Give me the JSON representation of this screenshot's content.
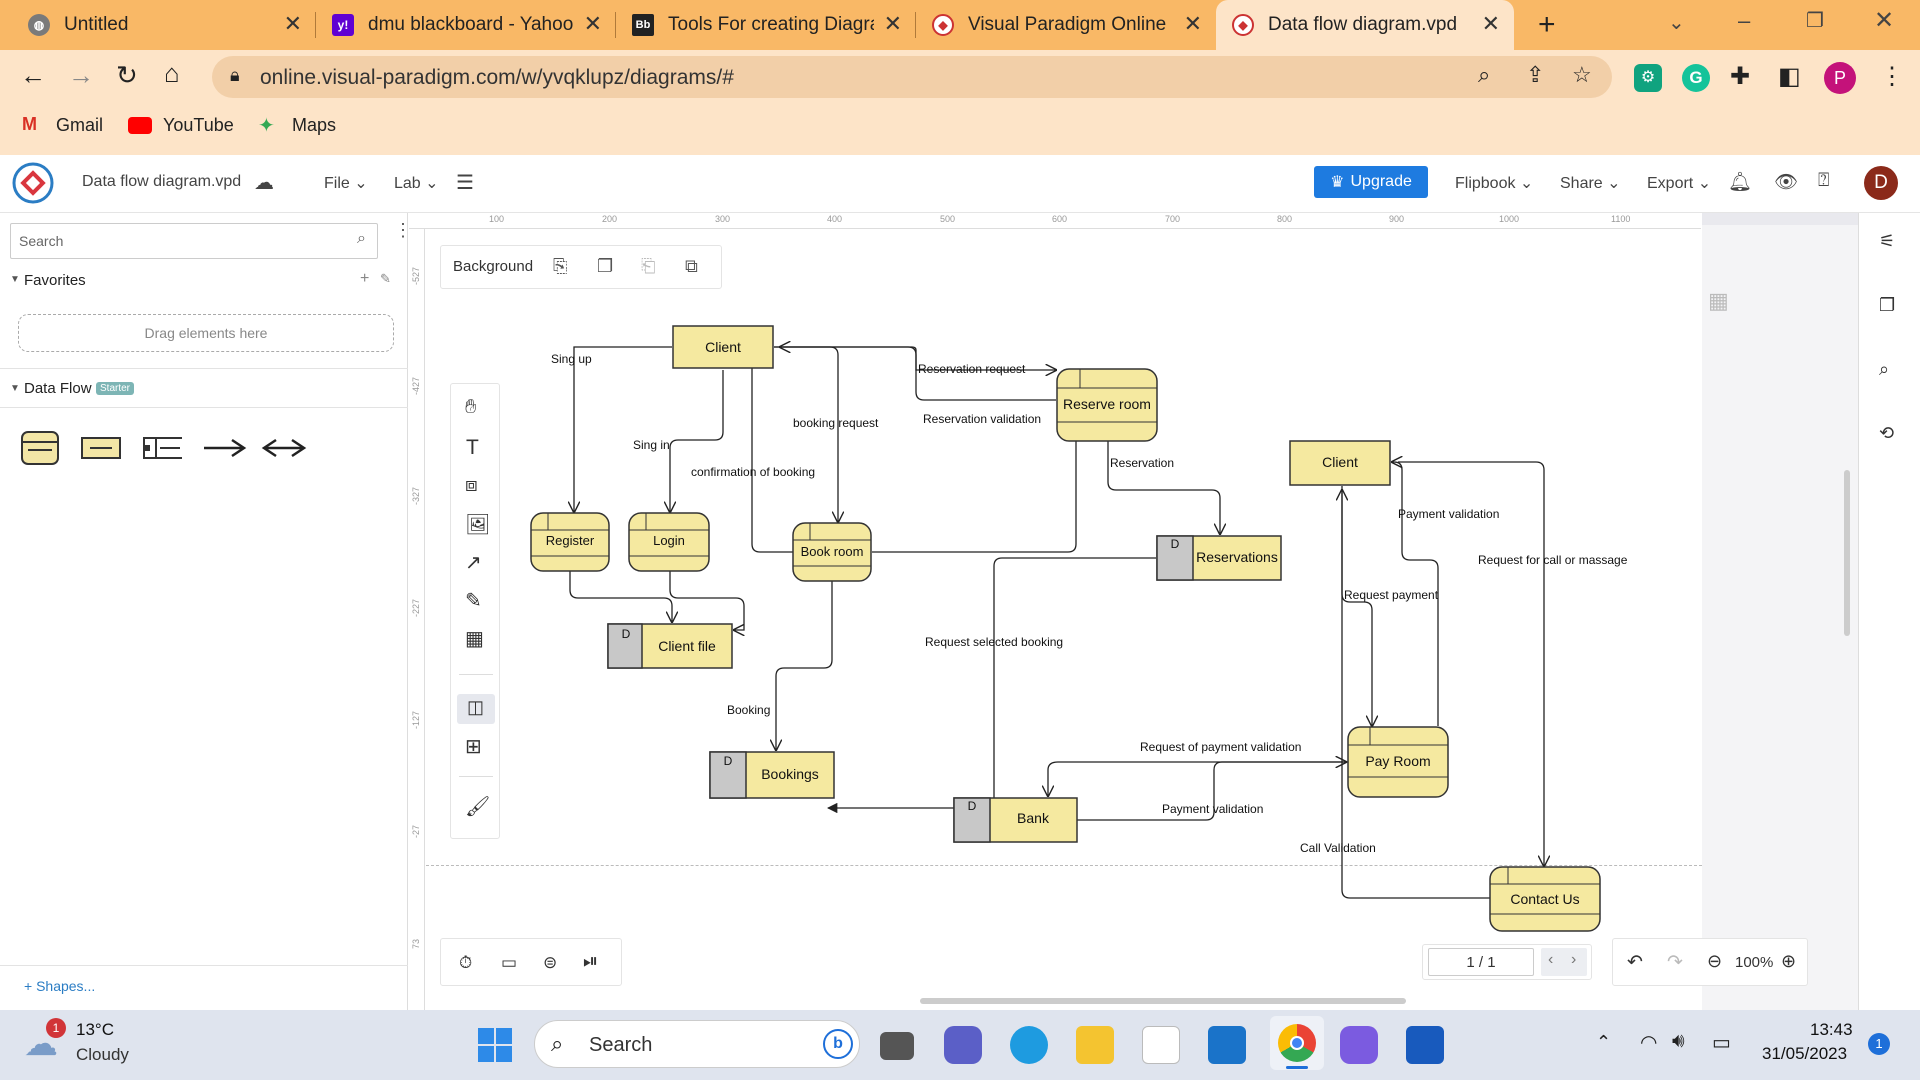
{
  "browser": {
    "tabs": [
      {
        "title": "Untitled",
        "icon": "globe-icon"
      },
      {
        "title": "dmu blackboard - Yahoo S",
        "icon": "yahoo-icon"
      },
      {
        "title": "Tools For creating Diagran",
        "icon": "blackboard-icon"
      },
      {
        "title": "Visual Paradigm Online",
        "icon": "visual-paradigm-icon"
      },
      {
        "title": "Data flow diagram.vpd | V",
        "icon": "visual-paradigm-icon"
      }
    ],
    "url": "online.visual-paradigm.com/w/yvqklupz/diagrams/#",
    "bookmarks": [
      "Gmail",
      "YouTube",
      "Maps"
    ],
    "profile_initial": "P"
  },
  "app": {
    "filename": "Data flow diagram.vpd",
    "menu": [
      "File",
      "Lab"
    ],
    "upgrade_label": "Upgrade",
    "right_menu": [
      "Flipbook",
      "Share",
      "Export"
    ],
    "user_initial": "D"
  },
  "left_panel": {
    "search_placeholder": "Search",
    "favorites_label": "Favorites",
    "drag_hint": "Drag elements here",
    "section_label": "Data Flow",
    "section_badge": "Starter",
    "shapes_link": "+ Shapes..."
  },
  "canvas": {
    "background_label": "Background",
    "ruler_top": [
      "100",
      "200",
      "300",
      "400",
      "500",
      "600",
      "700",
      "800",
      "900",
      "1000",
      "1100"
    ],
    "ruler_left": [
      "-527",
      "-427",
      "-327",
      "-227",
      "-127",
      "-27",
      "73"
    ],
    "page_indicator": "1 / 1",
    "zoom": "100%"
  },
  "diagram": {
    "processes": [
      "Client",
      "Reserve room",
      "Register",
      "Login",
      "Book room",
      "Pay Room",
      "Contact Us"
    ],
    "entity": "Client",
    "stores": [
      {
        "id": "D",
        "name": "Client file"
      },
      {
        "id": "D",
        "name": "Reservations"
      },
      {
        "id": "D",
        "name": "Bookings"
      },
      {
        "id": "D",
        "name": "Bank"
      }
    ],
    "labels": {
      "signup": "Sing up",
      "signin": "Sing in",
      "confirmation": "confirmation of booking",
      "booking_request": "booking request",
      "reservation_request": "Reservation request",
      "reservation_validation": "Reservation validation",
      "reservation": "Reservation",
      "request_selected": "Request selected booking",
      "booking": "Booking",
      "payment_validation_top": "Payment validation",
      "request_call": "Request for call or massage",
      "request_payment": "Request payment",
      "request_payment_validation": "Request of payment validation",
      "payment_validation_bottom": "Payment validation",
      "call_validation": "Call Validation"
    }
  },
  "taskbar": {
    "weather_temp": "13°C",
    "weather_desc": "Cloudy",
    "weather_badge": "1",
    "search_label": "Search",
    "time": "13:43",
    "date": "31/05/2023",
    "notif_count": "1"
  }
}
